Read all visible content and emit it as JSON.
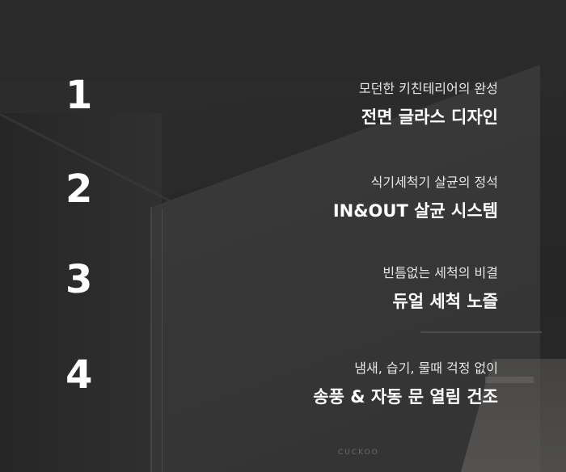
{
  "features": [
    {
      "number": "1",
      "subtitle": "모던한 키친테리어의 완성",
      "title": "전면 글라스 디자인"
    },
    {
      "number": "2",
      "subtitle": "식기세척기 살균의 정석",
      "title": "IN&OUT 살균 시스템"
    },
    {
      "number": "3",
      "subtitle": "빈틈없는 세척의 비결",
      "title": "듀얼 세척 노즐"
    },
    {
      "number": "4",
      "subtitle": "냄새, 습기, 물때 걱정 없이",
      "title": "송풍 & 자동 문 열림 건조"
    }
  ],
  "brand_text": "CUCKOO",
  "colors": {
    "background": "#2a2a2a",
    "text": "#ffffff"
  }
}
